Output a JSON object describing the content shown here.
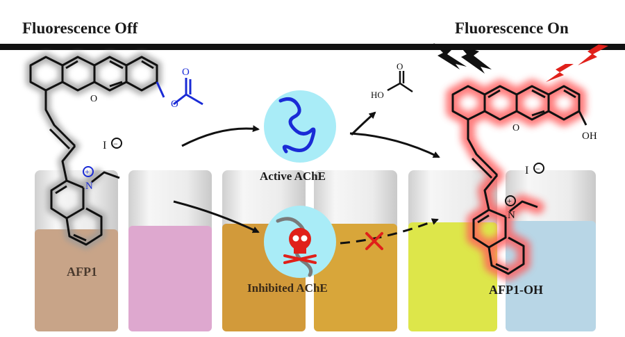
{
  "header": {
    "left_title": "Fluorescence Off",
    "right_title": "Fluorescence On"
  },
  "left_molecule": {
    "name": "AFP1",
    "counter_ion": "I",
    "oxygen_label": "O",
    "nitrogen_label": "N",
    "charge_plus": "+",
    "charge_minus": "−",
    "ester_oxygen_1": "O",
    "ester_oxygen_2": "O"
  },
  "right_molecule": {
    "name": "AFP1-OH",
    "counter_ion": "I",
    "oxygen_label": "O",
    "hydroxyl_label": "OH",
    "nitrogen_label": "N",
    "charge_plus": "+",
    "charge_minus": "−"
  },
  "byproduct": {
    "hydroxyl_label": "HO",
    "carbonyl_oxygen": "O"
  },
  "enzymes": {
    "active_label": "Active AChE",
    "inhibited_label": "Inhibited AChE"
  },
  "colors": {
    "accent_blue": "#1a2bd6",
    "glow_red": "#ff6b6b",
    "lightning_red": "#e0201a",
    "enzyme_bg": "#a9ecf7",
    "vial_1": "#c8a488",
    "vial_2": "#dea8cf",
    "vial_3": "#d29a3a",
    "vial_4": "#d8a63a",
    "vial_5": "#dde64a",
    "vial_6": "#b8d6e6"
  }
}
